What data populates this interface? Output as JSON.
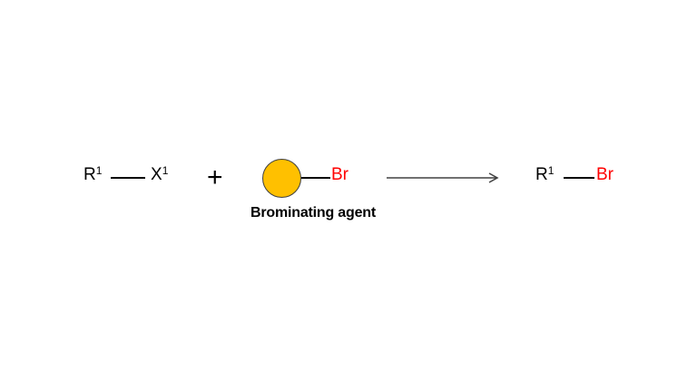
{
  "colors": {
    "background": "#ffffff",
    "text": "#000000",
    "bromine_red": "#ff0000",
    "agent_fill": "#ffc000",
    "agent_outline": "#3f3f3f",
    "bond": "#000000",
    "arrow": "#404040"
  },
  "reaction": {
    "reactant": {
      "base": "R",
      "sup": "1",
      "partner_base": "X",
      "partner_sup": "1"
    },
    "plus": "+",
    "agent": {
      "br_label": "Br",
      "caption": "Brominating agent"
    },
    "product": {
      "base": "R",
      "sup": "1",
      "br_label": "Br"
    }
  }
}
